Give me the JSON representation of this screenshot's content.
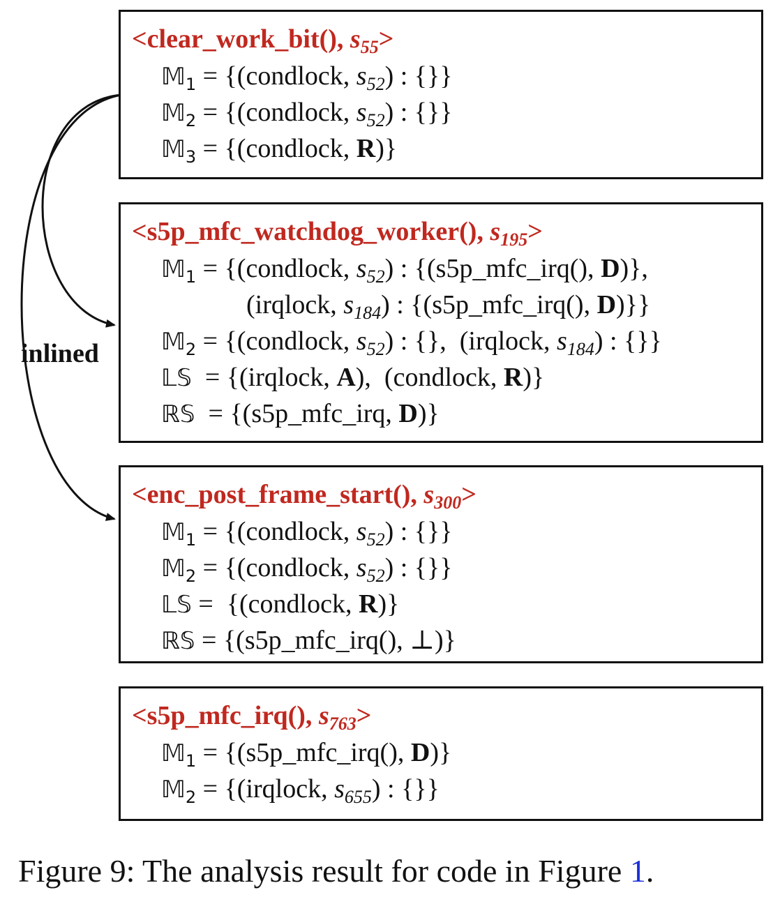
{
  "boxes": [
    {
      "fn": "<clear_work_bit(), ",
      "state": "s",
      "state_sub": "55",
      "close": ">",
      "lines": [
        {
          "sym": "𝕄",
          "sub": "1",
          "text": " = {(condlock, ",
          "var": "s",
          "var_sub": "52",
          "rest": ") : {}}"
        },
        {
          "sym": "𝕄",
          "sub": "2",
          "text": " = {(condlock, ",
          "var": "s",
          "var_sub": "52",
          "rest": ") : {}}"
        },
        {
          "sym": "𝕄",
          "sub": "3",
          "text": " = {(condlock, ",
          "bold": "R",
          "rest": ")}"
        }
      ]
    },
    {
      "fn": "<s5p_mfc_watchdog_worker(), ",
      "state": "s",
      "state_sub": "195",
      "close": ">",
      "lines": [
        {
          "sym": "𝕄",
          "sub": "1",
          "text": " = {(condlock, ",
          "var": "s",
          "var_sub": "52",
          "mid": ") : {(s5p_mfc_irq(), ",
          "bold": "D",
          "rest": ")},"
        },
        {
          "text": "(irqlock, ",
          "var": "s",
          "var_sub": "184",
          "mid": ") : {(s5p_mfc_irq(), ",
          "bold": "D",
          "rest": ")}}"
        },
        {
          "sym": "𝕄",
          "sub": "2",
          "text": " = {(condlock, ",
          "var": "s",
          "var_sub": "52",
          "mid": ") : {},  (irqlock, ",
          "var2": "s",
          "var2_sub": "184",
          "rest": ") : {}}"
        },
        {
          "sym": "𝕃𝕊",
          "text": "  = {(irqlock, ",
          "bold": "A",
          "mid": "),  (condlock, ",
          "bold2": "R",
          "rest": ")}"
        },
        {
          "sym": "ℝ𝕊",
          "text": "  = {(s5p_mfc_irq, ",
          "bold": "D",
          "rest": ")}"
        }
      ]
    },
    {
      "fn": "<enc_post_frame_start(), ",
      "state": "s",
      "state_sub": "300",
      "close": ">",
      "lines": [
        {
          "sym": "𝕄",
          "sub": "1",
          "text": " = {(condlock, ",
          "var": "s",
          "var_sub": "52",
          "rest": ") : {}}"
        },
        {
          "sym": "𝕄",
          "sub": "2",
          "text": " = {(condlock, ",
          "var": "s",
          "var_sub": "52",
          "rest": ") : {}}"
        },
        {
          "sym": "𝕃𝕊",
          "text": " =  {(condlock, ",
          "bold": "R",
          "rest": ")}"
        },
        {
          "sym": "ℝ𝕊",
          "text": " = {(s5p_mfc_irq(), ⊥)}"
        }
      ]
    },
    {
      "fn": "<s5p_mfc_irq(), ",
      "state": "s",
      "state_sub": "763",
      "close": ">",
      "lines": [
        {
          "sym": "𝕄",
          "sub": "1",
          "text": " = {(s5p_mfc_irq(), ",
          "bold": "D",
          "rest": ")}"
        },
        {
          "sym": "𝕄",
          "sub": "2",
          "text": " = {(irqlock, ",
          "var": "s",
          "var_sub": "655",
          "rest": ") : {}}"
        }
      ]
    }
  ],
  "edge_label": "inlined",
  "caption": {
    "text": "Figure 9: The analysis result for code in Figure ",
    "ref": "1",
    "end": "."
  }
}
